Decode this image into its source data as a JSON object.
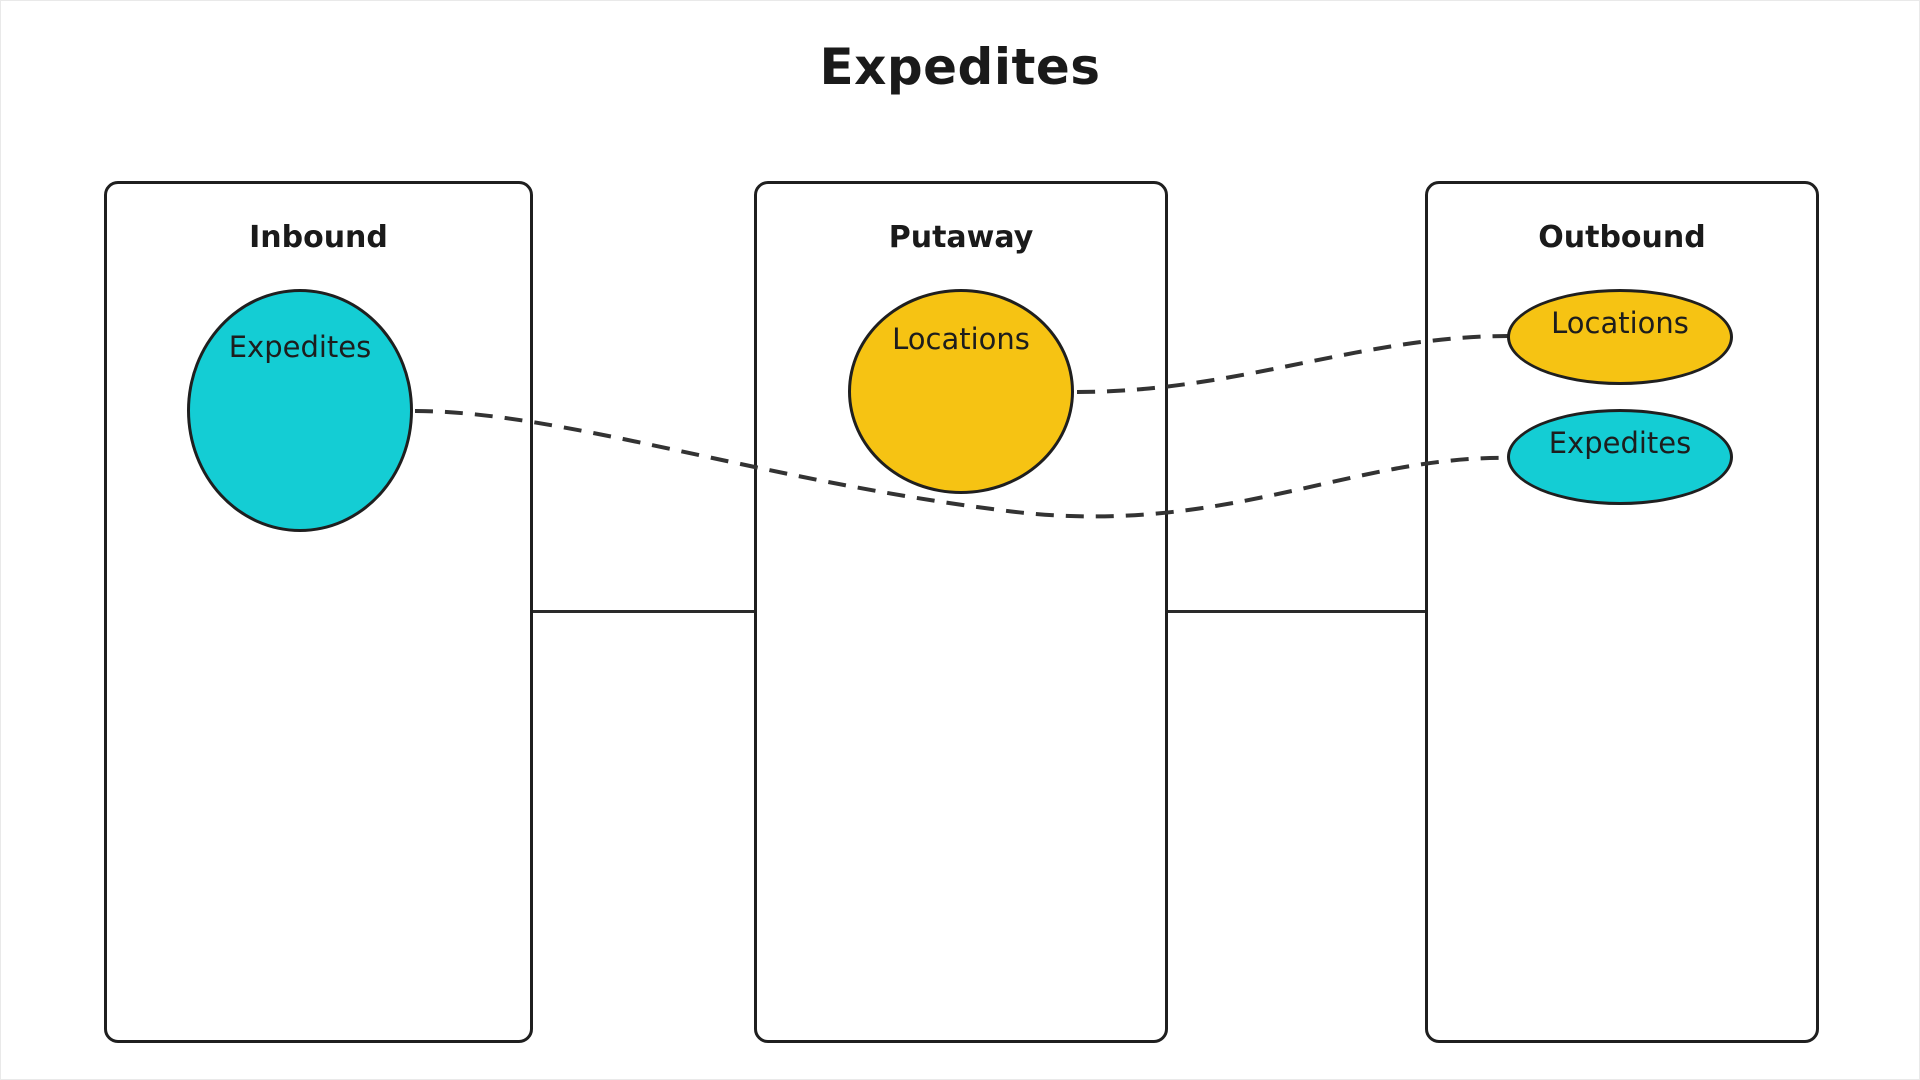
{
  "title": "Expedites",
  "lanes": [
    {
      "label": "Inbound"
    },
    {
      "label": "Putaway"
    },
    {
      "label": "Outbound"
    }
  ],
  "nodes": {
    "inbound_expedites": {
      "label": "Expedites",
      "color": "#14CDD4"
    },
    "putaway_locations": {
      "label": "Locations",
      "color": "#F6C313"
    },
    "outbound_locations": {
      "label": "Locations",
      "color": "#F6C313"
    },
    "outbound_expedites": {
      "label": "Expedites",
      "color": "#14CDD4"
    }
  },
  "links": [
    {
      "from": "inbound_expedites",
      "to": "outbound_expedites",
      "style": "dashed"
    },
    {
      "from": "putaway_locations",
      "to": "outbound_locations",
      "style": "dashed"
    }
  ],
  "colors": {
    "stroke": "#1F1F1F",
    "background": "#FFFFFF"
  }
}
